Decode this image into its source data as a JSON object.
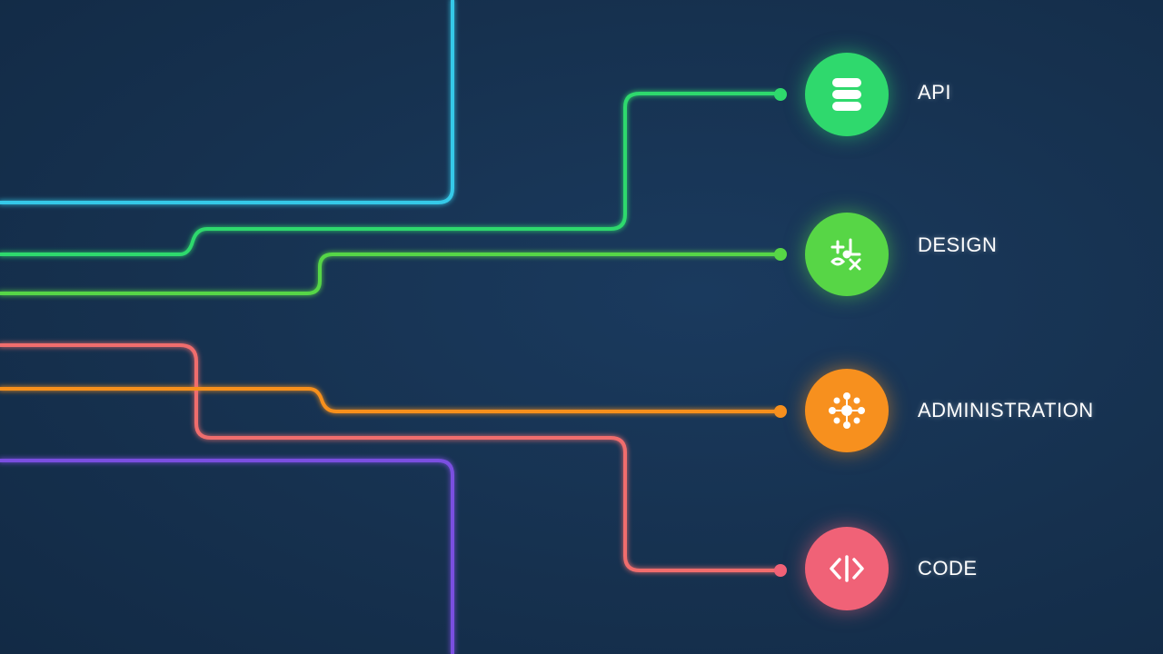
{
  "theme": {
    "background": "#15304f",
    "api_color": "#2fd96d",
    "design_color": "#57d646",
    "administration_color": "#f7901e",
    "code_color": "#f06277",
    "cyan_line": "#35c9e8",
    "orange_line": "#f7901e",
    "pink_line": "#f06d6d",
    "purple_line": "#7a4fe0"
  },
  "nodes": [
    {
      "label": "API",
      "icon": "database-icon"
    },
    {
      "label": "DESIGN",
      "icon": "design-tools-icon"
    },
    {
      "label": "ADMINISTRATION",
      "icon": "gear-network-icon"
    },
    {
      "label": "CODE",
      "icon": "code-brackets-icon"
    }
  ]
}
